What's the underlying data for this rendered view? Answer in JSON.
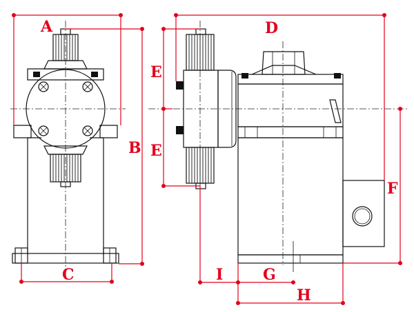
{
  "labels": {
    "A": "A",
    "B": "B",
    "C": "C",
    "D": "D",
    "E_top": "E",
    "E_bottom": "E",
    "F": "F",
    "G": "G",
    "H": "H",
    "I": "I"
  },
  "colors": {
    "dimension": "#e3001b",
    "outline": "#111111",
    "background": "#ffffff"
  }
}
